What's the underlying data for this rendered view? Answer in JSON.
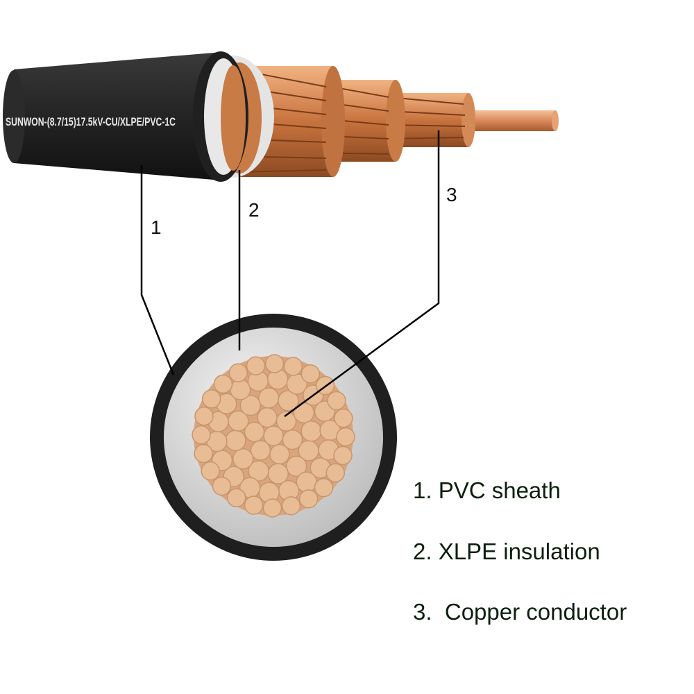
{
  "cable": {
    "printed_marking": "SUNWON-(8.7/15)17.5kV-CU/XLPE/PVC-1C"
  },
  "callouts": [
    {
      "number": "1"
    },
    {
      "number": "2"
    },
    {
      "number": "3"
    }
  ],
  "legend": {
    "items": [
      {
        "text": "1. PVC sheath"
      },
      {
        "text": "2. XLPE insulation"
      },
      {
        "text": "3.  Copper conductor"
      }
    ]
  },
  "colors": {
    "sheath": "#1e1e1e",
    "insulation": "#d9d9d9",
    "copper": "#c87a45",
    "strand_cross_section": "#e8bc95"
  }
}
